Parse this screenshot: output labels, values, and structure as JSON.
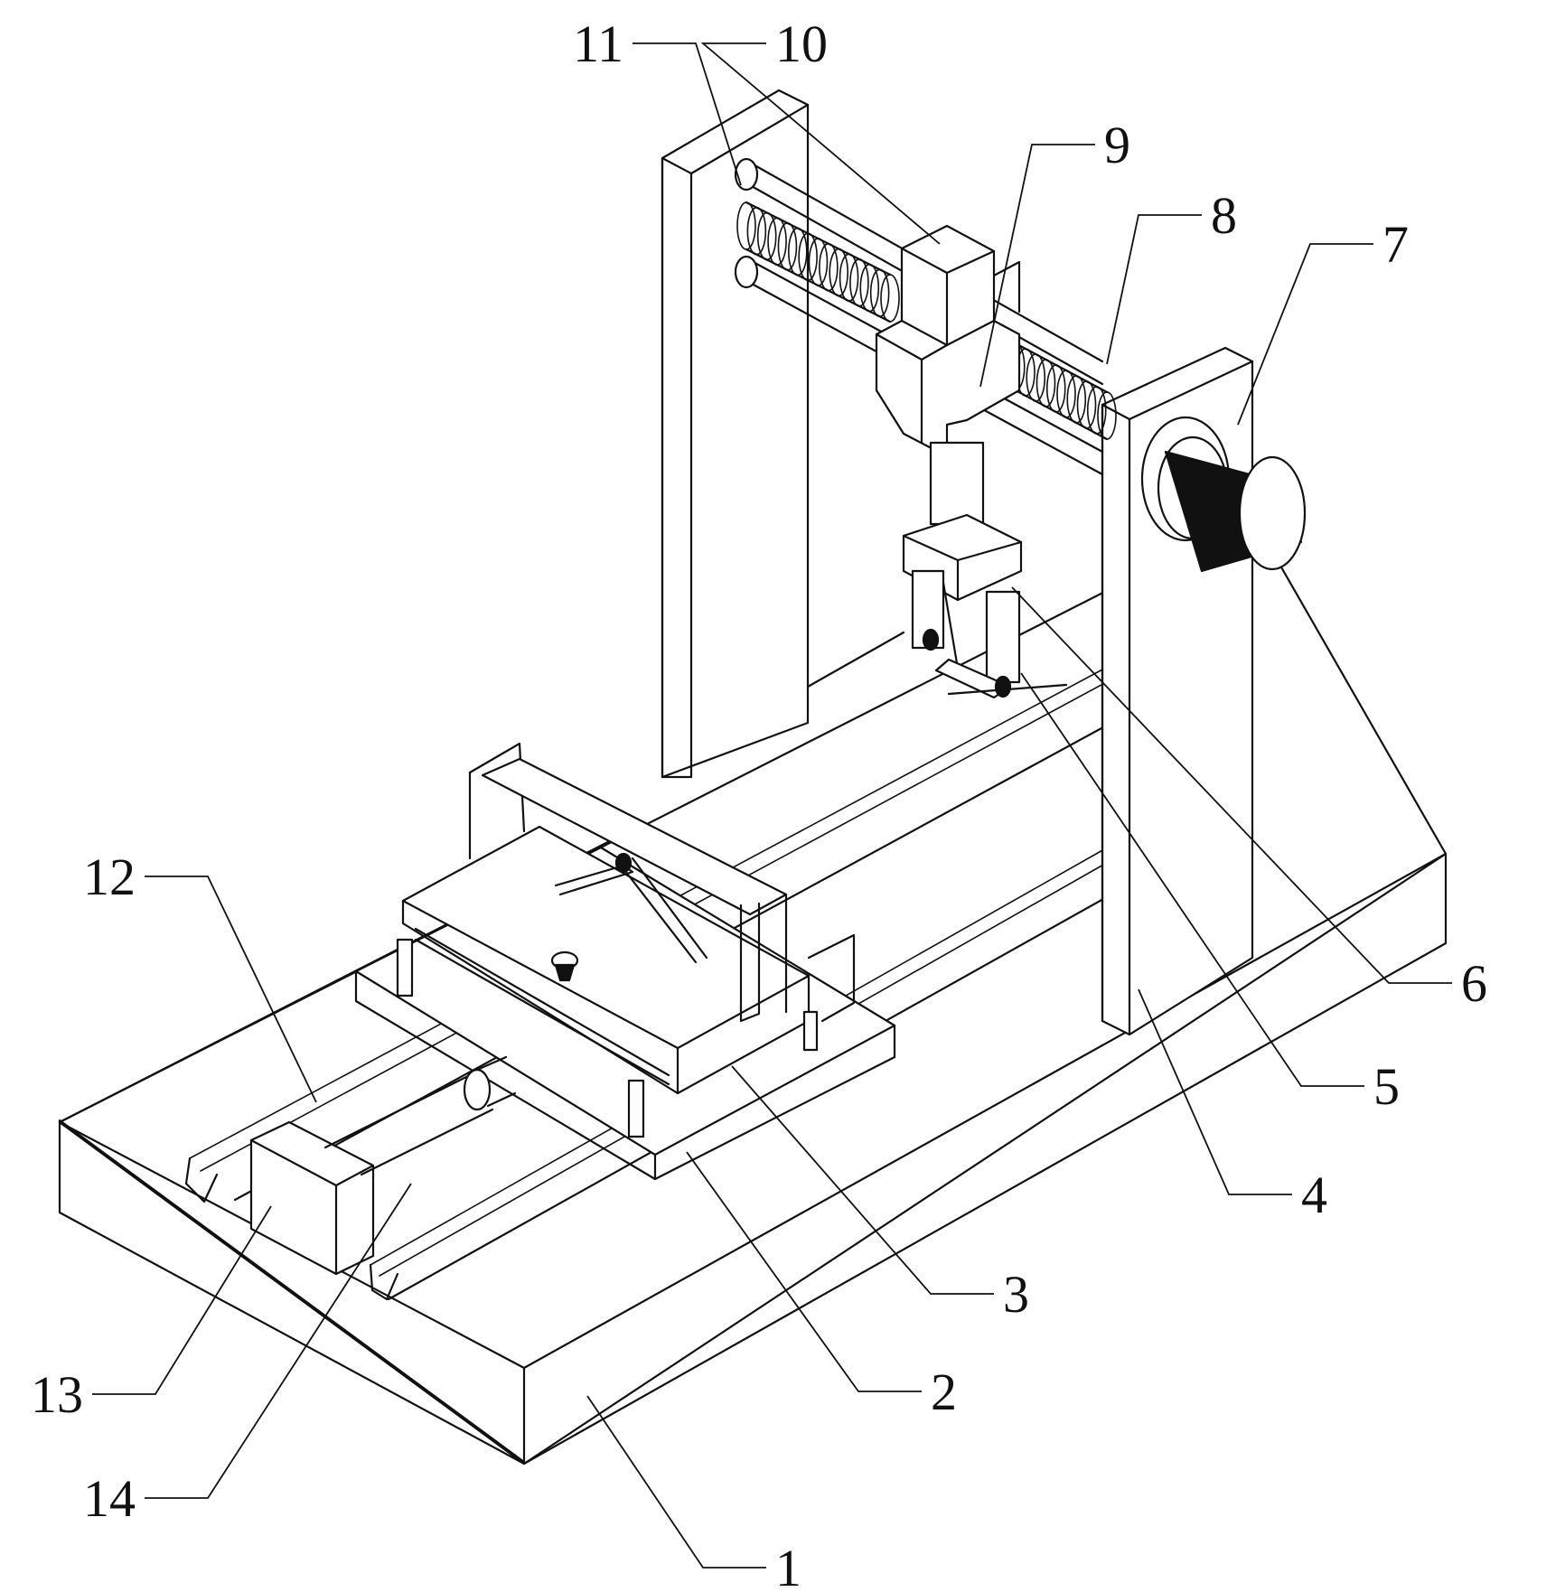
{
  "figure": {
    "style": "isometric patent line drawing",
    "line_color": "#111111",
    "background": "#ffffff"
  },
  "callouts": [
    {
      "id": "1",
      "label": "1",
      "part": "base plate"
    },
    {
      "id": "2",
      "label": "2",
      "part": "sliding table"
    },
    {
      "id": "3",
      "label": "3",
      "part": "clamping platform"
    },
    {
      "id": "4",
      "label": "4",
      "part": "right upright"
    },
    {
      "id": "5",
      "label": "5",
      "part": "cutter"
    },
    {
      "id": "6",
      "label": "6",
      "part": "tool holder"
    },
    {
      "id": "7",
      "label": "7",
      "part": "motor"
    },
    {
      "id": "8",
      "label": "8",
      "part": "guide rod"
    },
    {
      "id": "9",
      "label": "9",
      "part": "lead screw"
    },
    {
      "id": "10",
      "label": "10",
      "part": "slider block"
    },
    {
      "id": "11",
      "label": "11",
      "part": "spring"
    },
    {
      "id": "12",
      "label": "12",
      "part": "guide rail"
    },
    {
      "id": "13",
      "label": "13",
      "part": "cylinder housing"
    },
    {
      "id": "14",
      "label": "14",
      "part": "piston rod"
    }
  ]
}
